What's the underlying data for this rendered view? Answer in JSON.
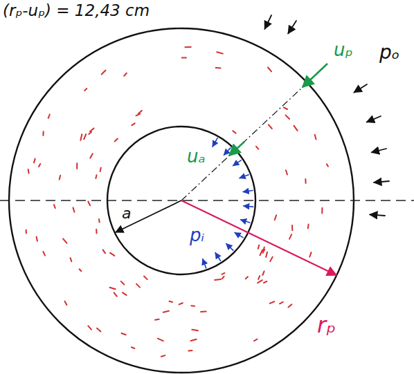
{
  "diagram": {
    "labels": [
      "(rₚ-uₚ) = 12,43 cm",
      "uₚ",
      "pₒ",
      "uₐ",
      "a",
      "pᵢ",
      "rₚ"
    ]
  }
}
